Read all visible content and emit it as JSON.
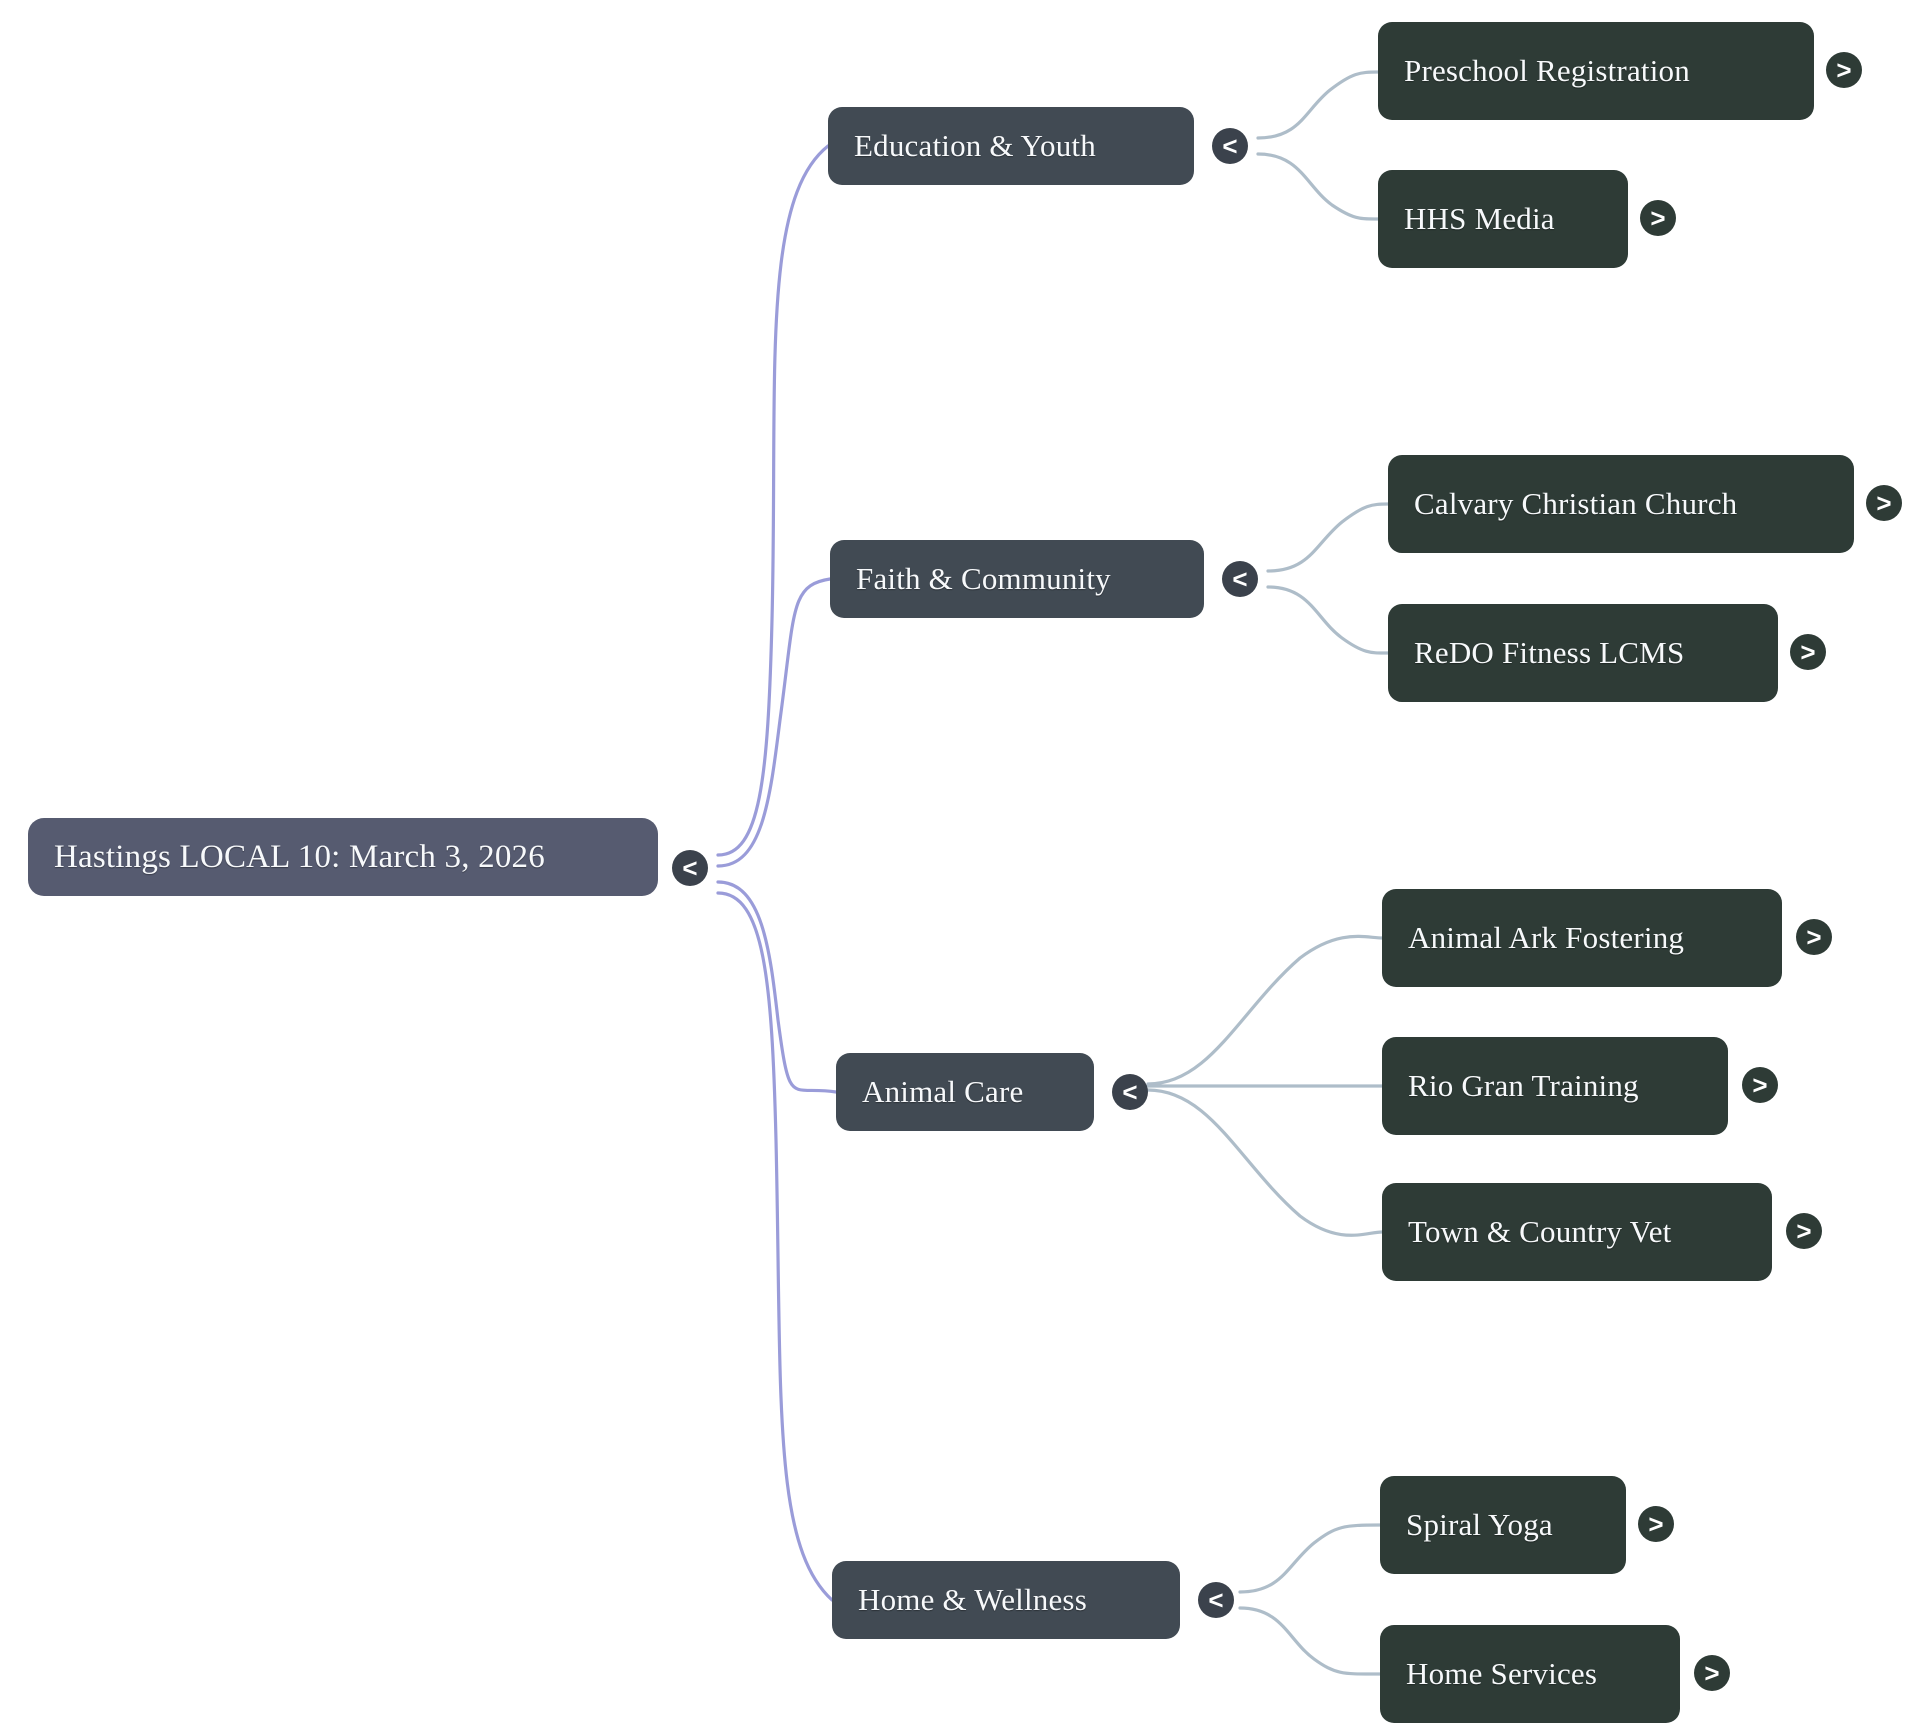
{
  "diagram": {
    "type": "mindmap",
    "background": "#ffffff",
    "colors": {
      "root_fill": "#565b70",
      "branch_fill": "#414a53",
      "leaf_fill": "#2e3b36",
      "root_edge_stroke": "#9a9cd9",
      "leaf_edge_stroke": "#aebdc9",
      "node_text": "#f7f9fb",
      "toggle_collapse_fill": "#3b424c",
      "toggle_expand_fill": "#2e3b36"
    },
    "icons": {
      "collapse": "<",
      "expand": ">"
    },
    "root": {
      "label": "Hastings LOCAL 10: March 3, 2026",
      "toggle": "<",
      "toggle_name": "collapse-toggle-root"
    },
    "branches": [
      {
        "label": "Education & Youth",
        "toggle": "<",
        "children": [
          {
            "label": "Preschool Registration",
            "toggle": ">"
          },
          {
            "label": "HHS Media",
            "toggle": ">"
          }
        ]
      },
      {
        "label": "Faith & Community",
        "toggle": "<",
        "children": [
          {
            "label": "Calvary Christian Church",
            "toggle": ">"
          },
          {
            "label": "ReDO Fitness LCMS",
            "toggle": ">"
          }
        ]
      },
      {
        "label": "Animal Care",
        "toggle": "<",
        "children": [
          {
            "label": "Animal Ark Fostering",
            "toggle": ">"
          },
          {
            "label": "Rio Gran Training",
            "toggle": ">"
          },
          {
            "label": "Town & Country Vet",
            "toggle": ">"
          }
        ]
      },
      {
        "label": "Home & Wellness",
        "toggle": "<",
        "children": [
          {
            "label": "Spiral Yoga",
            "toggle": ">"
          },
          {
            "label": "Home Services",
            "toggle": ">"
          }
        ]
      }
    ]
  }
}
